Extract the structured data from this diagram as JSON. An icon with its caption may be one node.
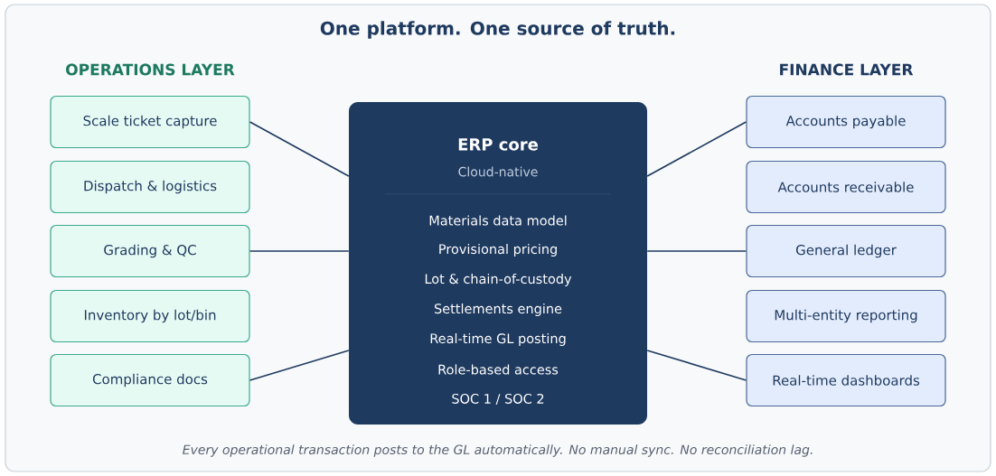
{
  "diagram": {
    "title": "One platform. One source of truth.",
    "caption": "Every operational transaction posts to the GL automatically. No manual sync. No reconciliation lag.",
    "nodes": [
      {
        "text": [
          "Scale ticket capture"
        ]
      },
      {
        "text": [
          "Dispatch & logistics"
        ]
      },
      {
        "text": [
          "Grading & QC"
        ]
      },
      {
        "text": [
          "Inventory by lot/bin"
        ]
      },
      {
        "text": [
          "Compliance docs"
        ]
      },
      {
        "text": [
          "ERP core",
          "Cloud-native",
          "Materials data model",
          "Provisional pricing",
          "Lot & chain-of-custody",
          "Settlements engine",
          "Real-time GL posting",
          "Role-based access",
          "SOC 1 / SOC 2"
        ]
      },
      {
        "text": [
          "Accounts payable"
        ]
      },
      {
        "text": [
          "Accounts receivable"
        ]
      },
      {
        "text": [
          "General ledger"
        ]
      },
      {
        "text": [
          "Multi-entity reporting"
        ]
      },
      {
        "text": [
          "Real-time dashboards"
        ]
      }
    ],
    "edges": [
      {
        "from": 0,
        "to": 5,
        "arrow": "none"
      },
      {
        "from": 2,
        "to": 5,
        "arrow": "none"
      },
      {
        "from": 4,
        "to": 5,
        "arrow": "none"
      },
      {
        "from": 5,
        "to": 6,
        "arrow": "none"
      },
      {
        "from": 5,
        "to": 8,
        "arrow": "none"
      },
      {
        "from": 5,
        "to": 10,
        "arrow": "none"
      }
    ],
    "labels": [
      "OPERATIONS LAYER",
      "FINANCE LAYER"
    ]
  }
}
